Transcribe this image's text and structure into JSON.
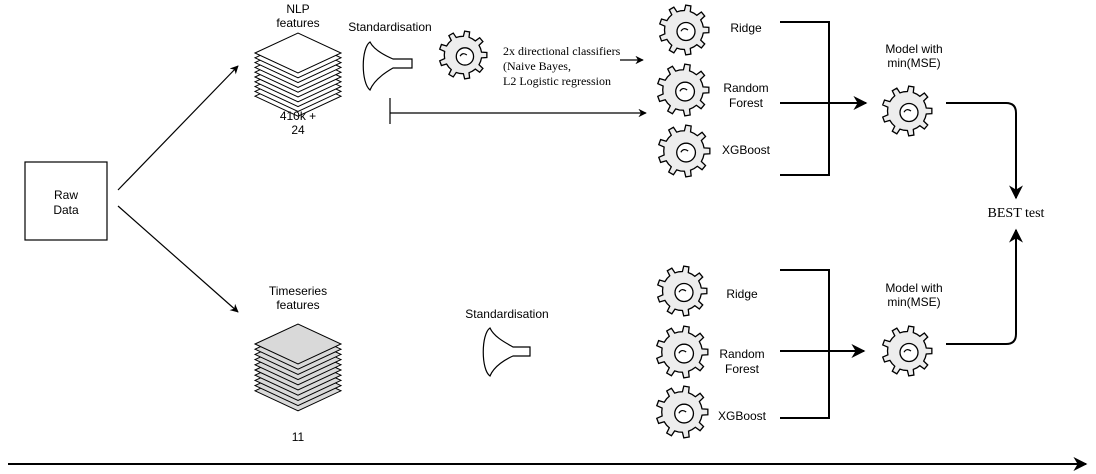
{
  "raw_data": {
    "line1": "Raw",
    "line2": "Data"
  },
  "nlp": {
    "title1": "NLP",
    "title2": "features",
    "count1": "410k +",
    "count2": "24",
    "standardisation": "Standardisation",
    "classifiers": {
      "line1": "2x directional classifiers",
      "line2": "(Naive Bayes,",
      "line3": "L2 Logistic regression"
    },
    "models": [
      {
        "line1": "Ridge",
        "line2": ""
      },
      {
        "line1": "Random",
        "line2": "Forest"
      },
      {
        "line1": "XGBoost",
        "line2": ""
      }
    ],
    "best_model": {
      "line1": "Model with",
      "line2": "min(MSE)"
    }
  },
  "ts": {
    "title1": "Timeseries",
    "title2": "features",
    "count": "11",
    "standardisation": "Standardisation",
    "models": [
      {
        "line1": "Ridge",
        "line2": ""
      },
      {
        "line1": "Random",
        "line2": "Forest"
      },
      {
        "line1": "XGBoost",
        "line2": ""
      }
    ],
    "best_model": {
      "line1": "Model with",
      "line2": "min(MSE)"
    }
  },
  "best_test": "BEST test",
  "colors": {
    "gear_fill": "#ededed",
    "nlp_stack_fill": "#ffffff",
    "ts_stack_fill": "#d9d9d9",
    "stroke": "#000000"
  }
}
